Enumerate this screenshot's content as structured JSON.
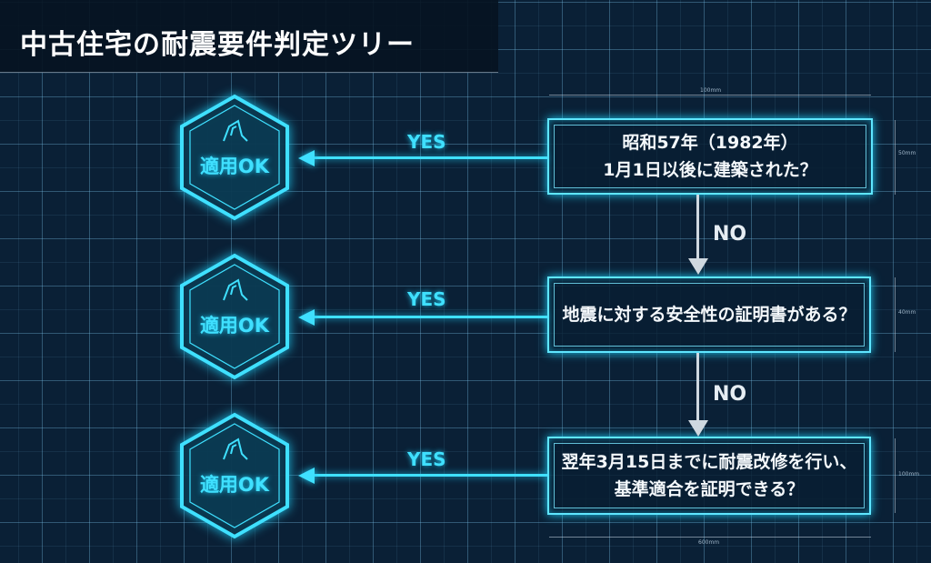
{
  "title": "中古住宅の耐震要件判定ツリー",
  "questions": [
    {
      "text": "昭和57年（1982年）\n1月1日以後に建築された？",
      "yes_label": "YES",
      "no_label": "NO",
      "result": "適用OK"
    },
    {
      "text": "地震に対する安全性の証明書がある？",
      "yes_label": "YES",
      "no_label": "NO",
      "result": "適用OK"
    },
    {
      "text": "翌年3月15日までに耐震改修を行い、\n基準適合を証明できる？",
      "yes_label": "YES",
      "result": "適用OK"
    }
  ],
  "dimensions": {
    "top": "100mm",
    "bottom": "600mm",
    "side1": "50mm",
    "side2": "40mm",
    "side3": "100mm"
  },
  "colors": {
    "accent": "#3fe0ff",
    "background": "#0a2036"
  }
}
